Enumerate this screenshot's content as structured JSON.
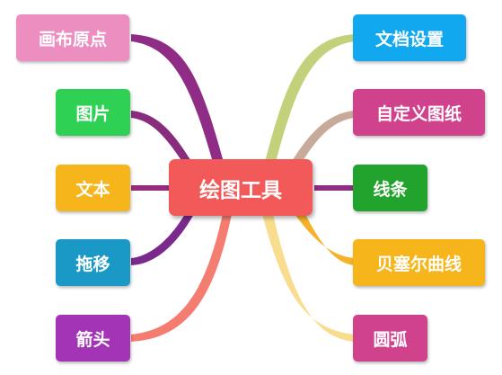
{
  "center": {
    "label": "绘图工具",
    "color": "#f25a5a"
  },
  "left": [
    {
      "label": "画布原点",
      "color": "#ec8ec0",
      "link_color": "#8e2c86"
    },
    {
      "label": "图片",
      "color": "#2fd155",
      "link_color": "#8a2c7e"
    },
    {
      "label": "文本",
      "color": "#f6b51a",
      "link_color": "#952a7f"
    },
    {
      "label": "拖移",
      "color": "#1a99c7",
      "link_color": "#7a2a8c"
    },
    {
      "label": "箭头",
      "color": "#a434b6",
      "link_color": "#f57c70"
    }
  ],
  "right": [
    {
      "label": "文档设置",
      "color": "#11a8f0",
      "link_color": "#c3d27a"
    },
    {
      "label": "自定义图纸",
      "color": "#d1428d",
      "link_color": "#c8aa9a"
    },
    {
      "label": "线条",
      "color": "#22a32d",
      "link_color": "#8e2c86"
    },
    {
      "label": "贝塞尔曲线",
      "color": "#f6b51a",
      "link_color": "#f5b22a"
    },
    {
      "label": "圆弧",
      "color": "#d1428d",
      "link_color": "#f8dd8e"
    }
  ]
}
